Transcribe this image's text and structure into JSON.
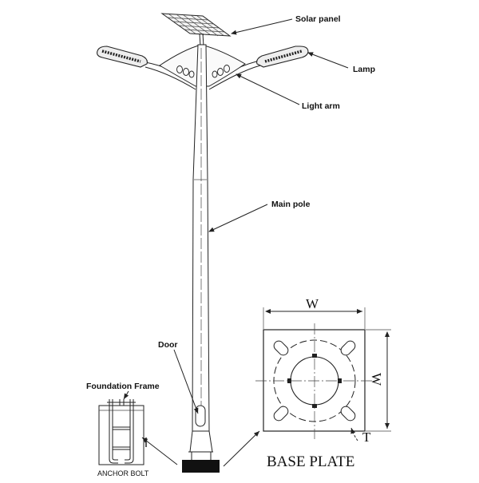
{
  "labels": {
    "solar_panel": "Solar panel",
    "lamp": "Lamp",
    "light_arm": "Light arm",
    "main_pole": "Main pole",
    "door": "Door",
    "foundation_frame": "Foundation Frame",
    "anchor_bolt": "ANCHOR BOLT",
    "base_plate": "BASE PLATE"
  },
  "dimensions": {
    "width_top": "W",
    "width_side": "W",
    "thickness": "T"
  },
  "colors": {
    "line": "#222222",
    "base_block": "#111111"
  }
}
